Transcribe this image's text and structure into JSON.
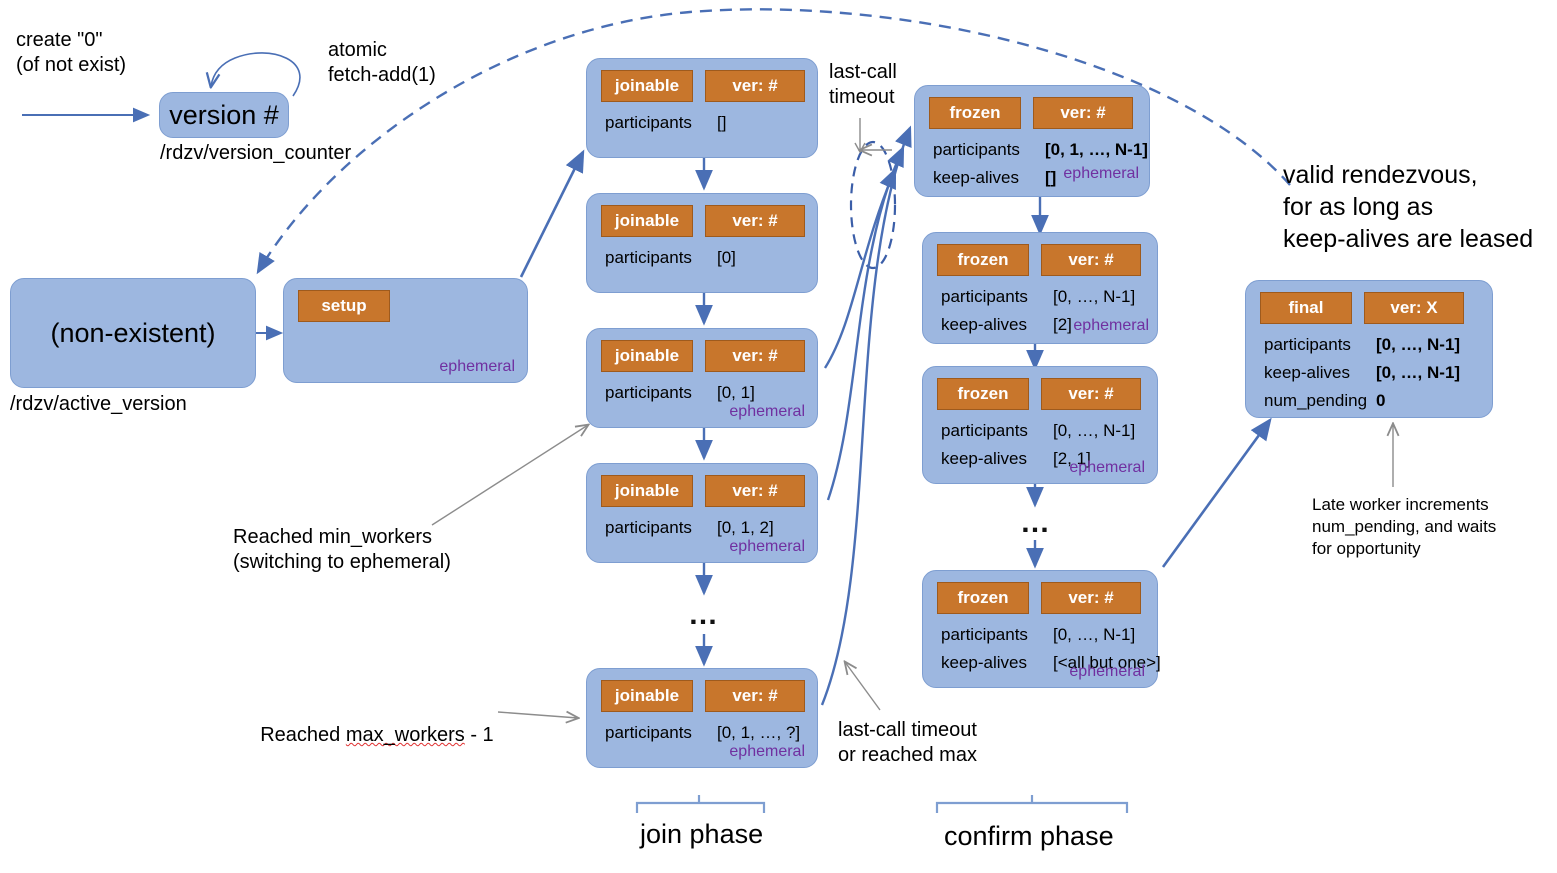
{
  "diagram": {
    "title_texts": {
      "create_label": "create \"0\"\n(of not exist)",
      "atomic_label": "atomic\nfetch-add(1)",
      "version_counter_path": "/rdzv/version_counter",
      "active_version_path": "/rdzv/active_version",
      "last_call_timeout": "last-call\ntimeout",
      "last_call_or_max": "last-call timeout\nor reached max",
      "reached_min": "Reached min_workers\n(switching to ephemeral)",
      "reached_max_pre": "Reached ",
      "reached_max_mid": "max_workers",
      "reached_max_post": " - 1",
      "valid_rendezvous": "valid rendezvous,\nfor as long as\nkeep-alives are leased",
      "late_worker": "Late worker increments\nnum_pending, and waits\nfor opportunity",
      "join_phase": "join phase",
      "confirm_phase": "confirm phase",
      "ellipsis": "…"
    },
    "version_node": {
      "label": "version #"
    },
    "nonexistent_node": {
      "label": "(non-existent)"
    },
    "setup_node": {
      "state": "setup",
      "ephemeral": "ephemeral"
    },
    "join_nodes": [
      {
        "state": "joinable",
        "ver": "ver: #",
        "fields": [
          {
            "k": "participants",
            "v": "[]"
          }
        ],
        "ephemeral": ""
      },
      {
        "state": "joinable",
        "ver": "ver: #",
        "fields": [
          {
            "k": "participants",
            "v": "[0]"
          }
        ],
        "ephemeral": ""
      },
      {
        "state": "joinable",
        "ver": "ver: #",
        "fields": [
          {
            "k": "participants",
            "v": "[0, 1]"
          }
        ],
        "ephemeral": "ephemeral"
      },
      {
        "state": "joinable",
        "ver": "ver: #",
        "fields": [
          {
            "k": "participants",
            "v": "[0, 1, 2]"
          }
        ],
        "ephemeral": "ephemeral"
      },
      {
        "state": "joinable",
        "ver": "ver: #",
        "fields": [
          {
            "k": "participants",
            "v": "[0, 1, …, ?]"
          }
        ],
        "ephemeral": "ephemeral"
      }
    ],
    "confirm_nodes": [
      {
        "state": "frozen",
        "ver": "ver: #",
        "fields": [
          {
            "k": "participants",
            "v": "[0, 1, …, N-1]"
          },
          {
            "k": "keep-alives",
            "v": "[]"
          }
        ],
        "ephemeral": "ephemeral",
        "bold": true
      },
      {
        "state": "frozen",
        "ver": "ver: #",
        "fields": [
          {
            "k": "participants",
            "v": "[0, …, N-1]"
          },
          {
            "k": "keep-alives",
            "v": "[2]"
          }
        ],
        "ephemeral": "ephemeral",
        "bold": false
      },
      {
        "state": "frozen",
        "ver": "ver: #",
        "fields": [
          {
            "k": "participants",
            "v": "[0, …, N-1]"
          },
          {
            "k": "keep-alives",
            "v": "[2, 1]"
          }
        ],
        "ephemeral": "ephemeral",
        "bold": false
      },
      {
        "state": "frozen",
        "ver": "ver: #",
        "fields": [
          {
            "k": "participants",
            "v": "[0, …, N-1]"
          },
          {
            "k": "keep-alives",
            "v": "[<all but one>]"
          }
        ],
        "ephemeral": "ephemeral",
        "bold": false
      }
    ],
    "final_node": {
      "state": "final",
      "ver": "ver: X",
      "fields": [
        {
          "k": "participants",
          "v": "[0, …, N-1]"
        },
        {
          "k": "keep-alives",
          "v": "[0, …, N-1]"
        },
        {
          "k": "num_pending",
          "v": "0"
        }
      ]
    },
    "colors": {
      "node_fill": "#9db7e0",
      "node_stroke": "#7e9ed1",
      "tag_fill": "#c8762c",
      "tag_stroke": "#9e5a1d",
      "ephemeral_text": "#7030a0",
      "arrow_blue": "#4a6fb5",
      "arrow_gray": "#808080"
    }
  }
}
